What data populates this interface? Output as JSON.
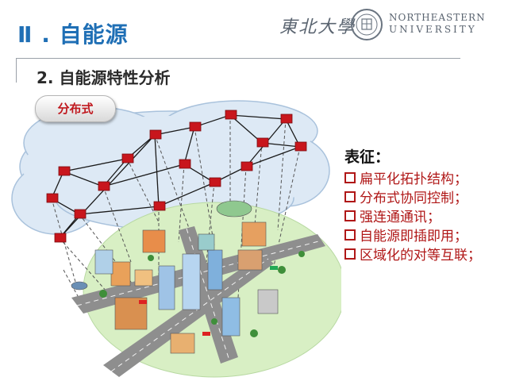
{
  "header": {
    "section_title": "Ⅱ . 自能源",
    "logo_cn": "東北大學",
    "logo_en_line1": "NORTHEASTERN",
    "logo_en_line2": "UNIVERSITY"
  },
  "subtitle": "2. 自能源特性分析",
  "badge": "分布式",
  "features": {
    "heading": "表征：",
    "items": [
      "扁平化拓扑结构；",
      "分布式协同控制；",
      "强连通通讯；",
      "自能源即插即用；",
      "区域化的对等互联；"
    ]
  },
  "colors": {
    "title_blue": "#1f6fb5",
    "accent_red": "#b01717",
    "cloud": "#dde9f5",
    "ground": "#d8efc4"
  }
}
